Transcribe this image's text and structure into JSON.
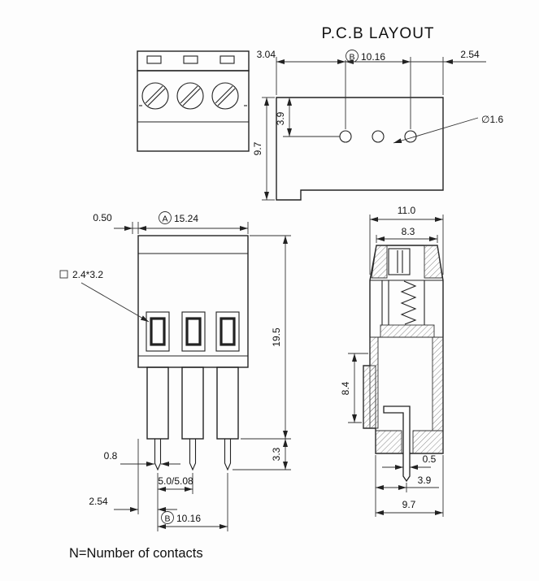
{
  "title": "P.C.B LAYOUT",
  "note": "N=Number of contacts",
  "labels": {
    "datum_a": "A",
    "datum_b": "B"
  },
  "pcb_view": {
    "dim_edge_left": "3.04",
    "dim_pitch_total": "10.16",
    "dim_edge_right": "2.54",
    "dim_hole_to_edge": "3.9",
    "dim_board_height": "9.7",
    "hole_diameter": "∅1.6"
  },
  "front_view": {
    "dim_cover_offset": "0.50",
    "dim_total_width": "15.24",
    "window_size": "2.4*3.2",
    "dim_body_height": "19.5",
    "dim_pin_length": "3.3",
    "dim_pin_width": "0.8",
    "dim_pitch": "5.0/5.08",
    "dim_half_pitch": "2.54",
    "dim_pitch_total": "10.16"
  },
  "side_view": {
    "dim_total_depth": "11.0",
    "dim_top_depth": "8.3",
    "dim_flange_height": "8.4",
    "dim_pin_width": "0.5",
    "dim_pin_offset": "3.9",
    "dim_bottom_depth": "9.7"
  }
}
